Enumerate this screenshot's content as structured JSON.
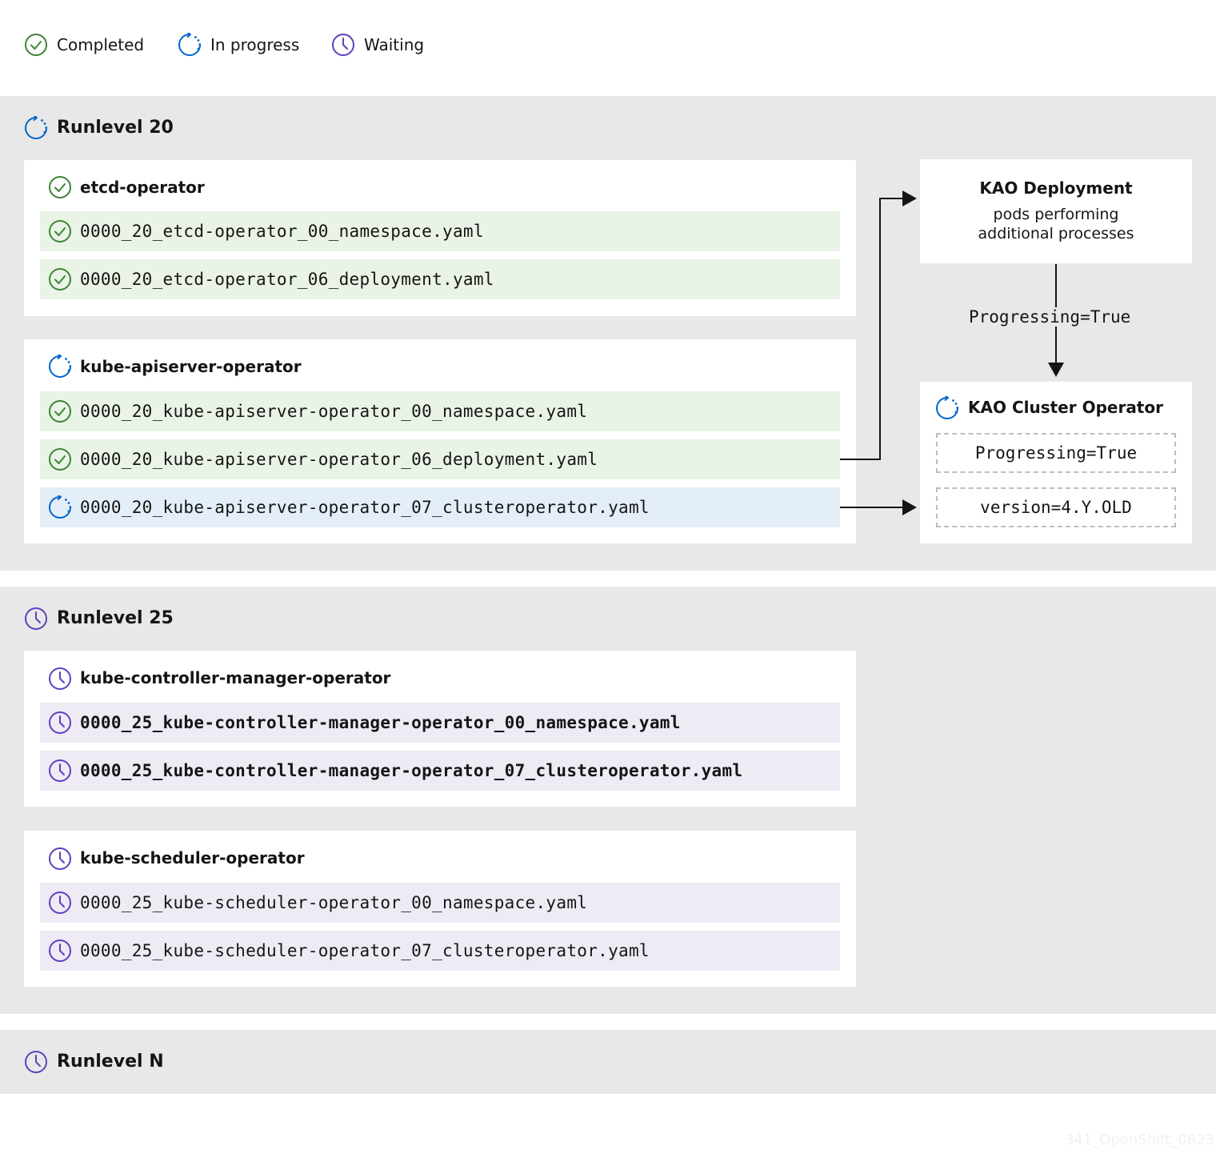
{
  "legend": {
    "completed": "Completed",
    "in_progress": "In progress",
    "waiting": "Waiting"
  },
  "colors": {
    "completed": "#3e8635",
    "in_progress": "#0066cc",
    "waiting": "#5e40be",
    "band": "#e8e8e8",
    "row_completed": "#e9f4e6",
    "row_in_progress": "#e4eef8",
    "row_waiting": "#eeebf5"
  },
  "runlevel20": {
    "title": "Runlevel 20",
    "etcd": {
      "name": "etcd-operator",
      "files": [
        "0000_20_etcd-operator_00_namespace.yaml",
        "0000_20_etcd-operator_06_deployment.yaml"
      ]
    },
    "kube_apiserver": {
      "name": "kube-apiserver-operator",
      "files": [
        "0000_20_kube-apiserver-operator_00_namespace.yaml",
        "0000_20_kube-apiserver-operator_06_deployment.yaml",
        "0000_20_kube-apiserver-operator_07_clusteroperator.yaml"
      ]
    }
  },
  "kao": {
    "deployment_title": "KAO Deployment",
    "deployment_sub1": "pods performing",
    "deployment_sub2": "additional processes",
    "arrow_label": "Progressing=True",
    "cluster_operator_title": "KAO Cluster Operator",
    "condition": "Progressing=True",
    "version": "version=4.Y.OLD"
  },
  "runlevel25": {
    "title": "Runlevel 25",
    "kcm": {
      "name": "kube-controller-manager-operator",
      "files": [
        "0000_25_kube-controller-manager-operator_00_namespace.yaml",
        "0000_25_kube-controller-manager-operator_07_clusteroperator.yaml"
      ]
    },
    "scheduler": {
      "name": "kube-scheduler-operator",
      "files": [
        "0000_25_kube-scheduler-operator_00_namespace.yaml",
        "0000_25_kube-scheduler-operator_07_clusteroperator.yaml"
      ]
    }
  },
  "runlevelN": {
    "title": "Runlevel N"
  },
  "watermark": "341_OpenShift_0623"
}
